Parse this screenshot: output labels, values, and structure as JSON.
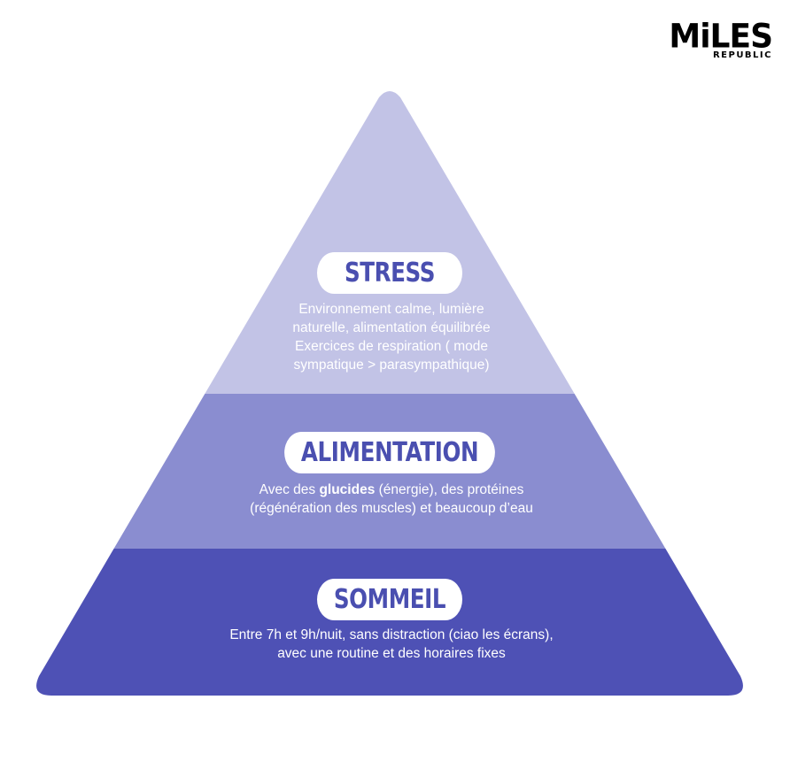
{
  "logo": {
    "main": "MiLES",
    "sub": "REPUBLIC"
  },
  "colors": {
    "top": "#c2c3e6",
    "middle": "#8a8dd0",
    "bottom": "#4e51b5",
    "pill_text": "#4a4fb0"
  },
  "levels": [
    {
      "title": "STRESS",
      "lines": [
        "Environnement calme, lumière",
        "naturelle, alimentation équilibrée",
        "Exercices de respiration ( mode",
        "sympatique > parasympathique)"
      ]
    },
    {
      "title": "ALIMENTATION",
      "line1_pre": "Avec des ",
      "line1_bold": "glucides",
      "line1_post": " (énergie), des protéines",
      "line2": "(régénération des muscles) et beaucoup d’eau"
    },
    {
      "title": "SOMMEIL",
      "lines": [
        "Entre 7h et 9h/nuit, sans distraction (ciao les écrans),",
        "avec une routine et des horaires fixes"
      ]
    }
  ]
}
